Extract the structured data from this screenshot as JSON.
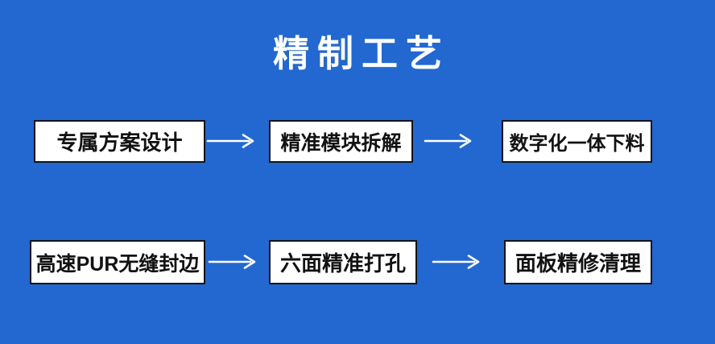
{
  "page": {
    "background_color": "#2268d0",
    "title": "精制工艺",
    "title_color": "#ffffff"
  },
  "flow": {
    "box_style": {
      "background_color": "#ffffff",
      "border_color": "#121418",
      "text_color": "#121212"
    },
    "arrow": {
      "icon": "right-arrow",
      "color": "#ffffff"
    },
    "rows": [
      {
        "steps": [
          {
            "label": "专属方案设计"
          },
          {
            "label": "精准模块拆解"
          },
          {
            "label": "数字化一体下料"
          }
        ]
      },
      {
        "steps": [
          {
            "label": "高速PUR无缝封边"
          },
          {
            "label": "六面精准打孔"
          },
          {
            "label": "面板精修清理"
          }
        ]
      }
    ]
  }
}
